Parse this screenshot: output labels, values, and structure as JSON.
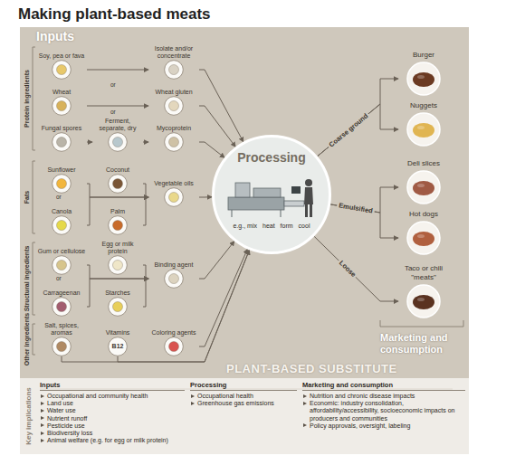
{
  "diagram": {
    "title": "Making plant-based meats",
    "nodes": [
      {
        "text": [
          "Soy, pea or fava"
        ]
      },
      {
        "text": [
          "Isolate and/or concentrate"
        ]
      },
      {
        "text": [
          "Wheat"
        ]
      },
      {
        "text": [
          "Wheat gluten"
        ]
      },
      {
        "text": [
          "Fungal spores"
        ]
      },
      {
        "text": [
          "Ferment, separate, dry"
        ]
      },
      {
        "text": [
          "Mycoprotein"
        ]
      },
      {
        "text": [
          "Sunflower"
        ]
      },
      {
        "text": [
          "Coconut"
        ]
      },
      {
        "text": [
          "Canola"
        ]
      },
      {
        "text": [
          "Palm"
        ]
      },
      {
        "text": [
          "Vegetable oils"
        ]
      },
      {
        "text": [
          "Gum or cellulose"
        ]
      },
      {
        "text": [
          "Egg or milk protein"
        ]
      },
      {
        "text": [
          "Carrageenan"
        ]
      },
      {
        "text": [
          "Starches"
        ]
      },
      {
        "text": [
          "Binding agent"
        ]
      },
      {
        "text": [
          "Salt, spices, aromas"
        ]
      },
      {
        "text": [
          "Vitamins",
          "B12"
        ]
      },
      {
        "text": [
          "Coloring agents"
        ]
      },
      {
        "text": [
          "Processing",
          "e.g., mix",
          "heat",
          "form",
          "cool"
        ]
      },
      {
        "text": [
          "Burger"
        ]
      },
      {
        "text": [
          "Nuggets"
        ]
      },
      {
        "text": [
          "Deli slices"
        ]
      },
      {
        "text": [
          "Hot dogs"
        ]
      },
      {
        "text": [
          "Taco or chili \"meats\""
        ]
      }
    ],
    "edges": [
      {
        "from": 0,
        "to": 1,
        "arrow": "to"
      },
      {
        "from": 2,
        "to": 3,
        "arrow": "to"
      },
      {
        "from": 4,
        "to": 5,
        "arrow": "to"
      },
      {
        "from": 5,
        "to": 6,
        "arrow": "to"
      },
      {
        "from": 7,
        "to": 11,
        "arrow": "to"
      },
      {
        "from": 8,
        "to": 11,
        "arrow": "to"
      },
      {
        "from": 9,
        "to": 11,
        "arrow": "to"
      },
      {
        "from": 10,
        "to": 11,
        "arrow": "to"
      },
      {
        "from": 12,
        "to": 16,
        "arrow": "to"
      },
      {
        "from": 13,
        "to": 16,
        "arrow": "to"
      },
      {
        "from": 14,
        "to": 16,
        "arrow": "to"
      },
      {
        "from": 15,
        "to": 16,
        "arrow": "to"
      },
      {
        "from": 1,
        "to": 20,
        "arrow": "to"
      },
      {
        "from": 3,
        "to": 20,
        "arrow": "to"
      },
      {
        "from": 6,
        "to": 20,
        "arrow": "to"
      },
      {
        "from": 11,
        "to": 20,
        "arrow": "to"
      },
      {
        "from": 16,
        "to": 20,
        "arrow": "to"
      },
      {
        "from": 17,
        "to": 20,
        "arrow": "to"
      },
      {
        "from": 18,
        "to": 20,
        "arrow": "to"
      },
      {
        "from": 19,
        "to": 20,
        "arrow": "to"
      },
      {
        "from": 20,
        "to": 21,
        "label": "Coarse ground",
        "arrow": "to"
      },
      {
        "from": 20,
        "to": 22,
        "arrow": "to"
      },
      {
        "from": 20,
        "to": 23,
        "label": "Emulsified",
        "arrow": "to"
      },
      {
        "from": 20,
        "to": 24,
        "arrow": "to"
      },
      {
        "from": 20,
        "to": 25,
        "label": "Loose",
        "arrow": "to"
      }
    ],
    "labels": [
      "Inputs",
      "Protein ingredients",
      "or",
      "or",
      "Fats",
      "or",
      "Structural ingredients",
      "or",
      "Other ingredients",
      "Marketing and consumption",
      "PLANT-BASED SUBSTITUTE",
      "Key implications",
      "Inputs",
      "Occupational and community health",
      "Land use",
      "Water use",
      "Nutrient runoff",
      "Pesticide use",
      "Biodiversity loss",
      "Animal welfare (e.g. for egg or milk protein)",
      "Processing",
      "Occupational health",
      "Greenhouse gas emissions",
      "Marketing and consumption",
      "Nutrition and chronic disease impacts",
      "Economic: industry consolidation, affordability/accessibility, socioeconomic impacts on producers and communities",
      "Policy approvals, oversight, labeling"
    ]
  }
}
